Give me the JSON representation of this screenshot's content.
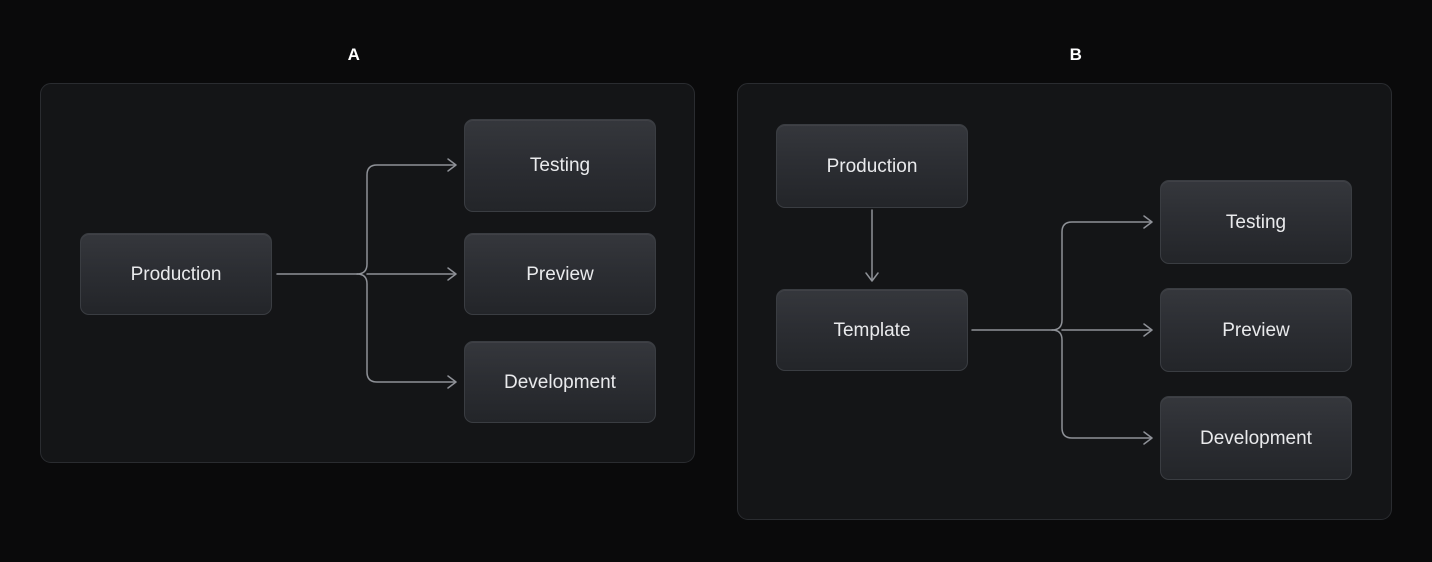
{
  "page": {
    "background_color": "#0a0a0b",
    "panel_background_color": "#141517",
    "panel_border_color": "#2a2c30",
    "node_text_color": "#e9eaec",
    "edge_color": "#8e9197",
    "label_color": "#ffffff"
  },
  "diagram": {
    "type": "flow-diagram",
    "panels": [
      {
        "id": "A",
        "label": "A",
        "description": "Production branches directly to three environments",
        "nodes": [
          {
            "id": "a-production",
            "label": "Production",
            "role": "source"
          },
          {
            "id": "a-testing",
            "label": "Testing",
            "role": "target"
          },
          {
            "id": "a-preview",
            "label": "Preview",
            "role": "target"
          },
          {
            "id": "a-development",
            "label": "Development",
            "role": "target"
          }
        ],
        "edges": [
          {
            "from": "a-production",
            "to": "a-testing",
            "style": "elbow-arrow"
          },
          {
            "from": "a-production",
            "to": "a-preview",
            "style": "straight-arrow"
          },
          {
            "from": "a-production",
            "to": "a-development",
            "style": "elbow-arrow"
          }
        ]
      },
      {
        "id": "B",
        "label": "B",
        "description": "Production flows to Template, which branches to three environments",
        "nodes": [
          {
            "id": "b-production",
            "label": "Production",
            "role": "source"
          },
          {
            "id": "b-template",
            "label": "Template",
            "role": "intermediate"
          },
          {
            "id": "b-testing",
            "label": "Testing",
            "role": "target"
          },
          {
            "id": "b-preview",
            "label": "Preview",
            "role": "target"
          },
          {
            "id": "b-development",
            "label": "Development",
            "role": "target"
          }
        ],
        "edges": [
          {
            "from": "b-production",
            "to": "b-template",
            "style": "vertical-arrow"
          },
          {
            "from": "b-template",
            "to": "b-testing",
            "style": "elbow-arrow"
          },
          {
            "from": "b-template",
            "to": "b-preview",
            "style": "straight-arrow"
          },
          {
            "from": "b-template",
            "to": "b-development",
            "style": "elbow-arrow"
          }
        ]
      }
    ]
  }
}
